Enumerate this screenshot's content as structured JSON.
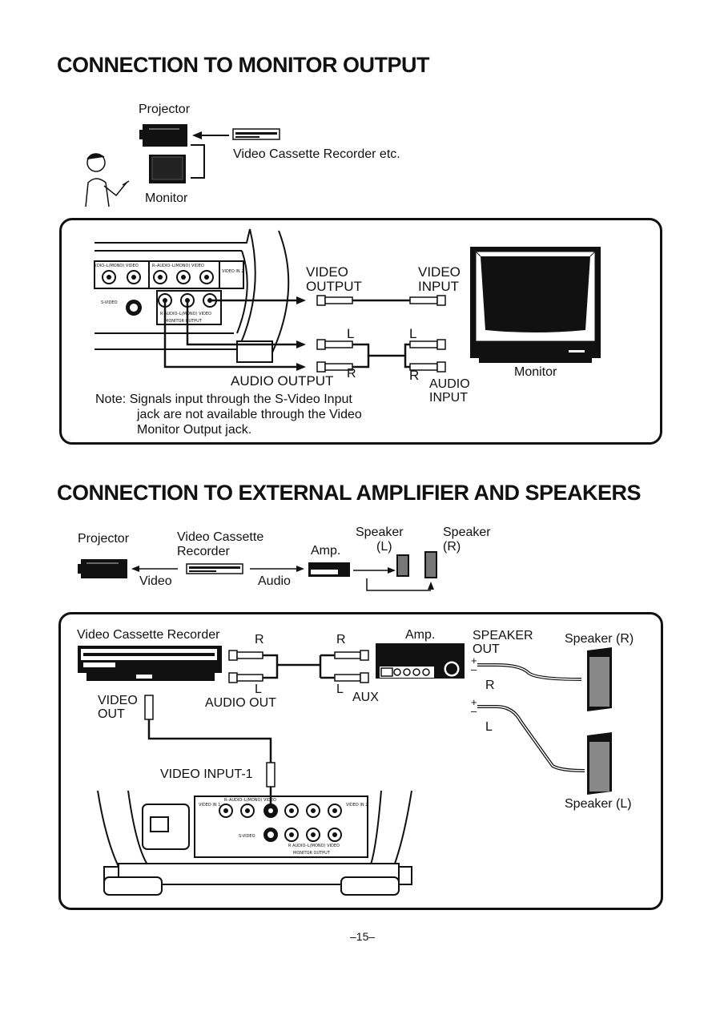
{
  "section1": {
    "title": "CONNECTION TO MONITOR OUTPUT",
    "overview": {
      "projector_label": "Projector",
      "vcr_label": "Video Cassette Recorder etc.",
      "monitor_label": "Monitor"
    },
    "diagram": {
      "video_output": [
        "VIDEO",
        "OUTPUT"
      ],
      "video_input": [
        "VIDEO",
        "INPUT"
      ],
      "audio_output": "AUDIO OUTPUT",
      "audio_input": [
        "AUDIO",
        "INPUT"
      ],
      "monitor_label": "Monitor",
      "ch_l": "L",
      "ch_r": "R",
      "jack_svideo": "S-VIDEO",
      "jack_row_top_1": "(DIO–L(MONO) VIDEO",
      "jack_row_top_2": "R–AUDIO–L(MONO) VIDEO",
      "jack_video_in2": "VIDEO IN 2",
      "jack_row_bottom": "R AUDIO–L(MONO) VIDEO",
      "jack_monitor_output": "MONITOR OUTPUT"
    },
    "note": [
      "Note: Signals input through the S-Video Input",
      "jack are not available through the Video",
      "Monitor Output jack."
    ]
  },
  "section2": {
    "title": "CONNECTION TO EXTERNAL AMPLIFIER AND SPEAKERS",
    "overview": {
      "projector_label": "Projector",
      "vcr_label": [
        "Video Cassette",
        "Recorder"
      ],
      "amp_label": "Amp.",
      "speaker_l_label": [
        "Speaker",
        "(L)"
      ],
      "speaker_r_label": [
        "Speaker",
        "(R)"
      ],
      "video_label": "Video",
      "audio_label": "Audio"
    },
    "diagram": {
      "vcr_label": "Video Cassette Recorder",
      "amp_label": "Amp.",
      "speaker_out": [
        "SPEAKER",
        "OUT"
      ],
      "speaker_r_label": "Speaker (R)",
      "speaker_l_label": "Speaker (L)",
      "video_out": [
        "VIDEO",
        "OUT"
      ],
      "audio_out": "AUDIO OUT",
      "aux": "AUX",
      "video_input_1": "VIDEO INPUT-1",
      "ch_l": "L",
      "ch_r": "R",
      "plus_minus": "+\n–",
      "jack_video_in1": "VIDEO IN 1",
      "jack_video_in2": "VIDEO IN 2",
      "jack_svideo": "S-VIDEO",
      "jack_monitor_output": "MONITOR OUTPUT",
      "jack_audio_row": "R–AUDIO–L(MONO) VIDEO",
      "jack_audio_row_bottom": "R AUDIO–L(MONO) VIDEO"
    }
  },
  "footer": {
    "page_number": "–15–"
  }
}
